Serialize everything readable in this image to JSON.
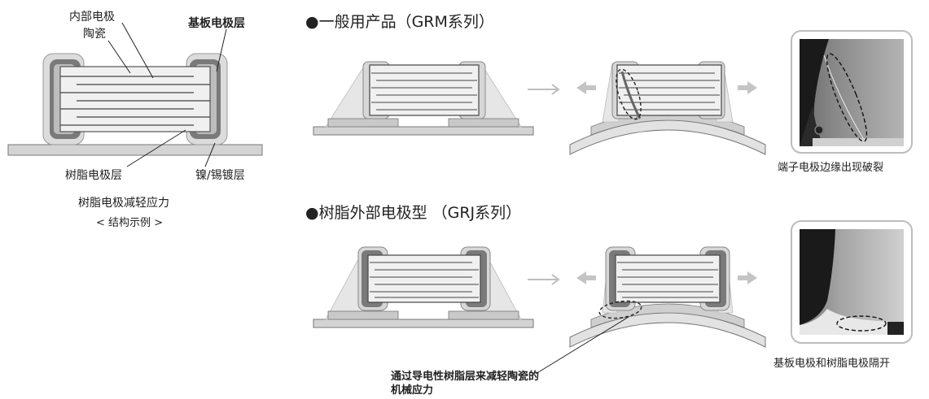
{
  "structure": {
    "inner_electrode": "内部电极",
    "ceramic": "陶瓷",
    "substrate_electrode": "基板电极层",
    "resin_electrode": "树脂电极层",
    "plating": "镍/锡镀层",
    "caption_line1": "树脂电极减轻应力",
    "caption_line2": "< 结构示例 >"
  },
  "general": {
    "title": "●一般用产品（GRM系列）",
    "photo_caption": "端子电极边缘出现破裂"
  },
  "resin": {
    "title": "●树脂外部电极型 （GRJ系列）",
    "photo_caption": "基板电极和树脂电极隔开",
    "note_line1": "通过导电性树脂层来减轻陶瓷的",
    "note_line2": "机械应力"
  },
  "colors": {
    "bullet": "#c8c8c8",
    "resin_layer": "#7a7a7a",
    "plating": "#d7d7d7",
    "board": "#d4d4d4",
    "arrow": "#c4c4c4"
  }
}
